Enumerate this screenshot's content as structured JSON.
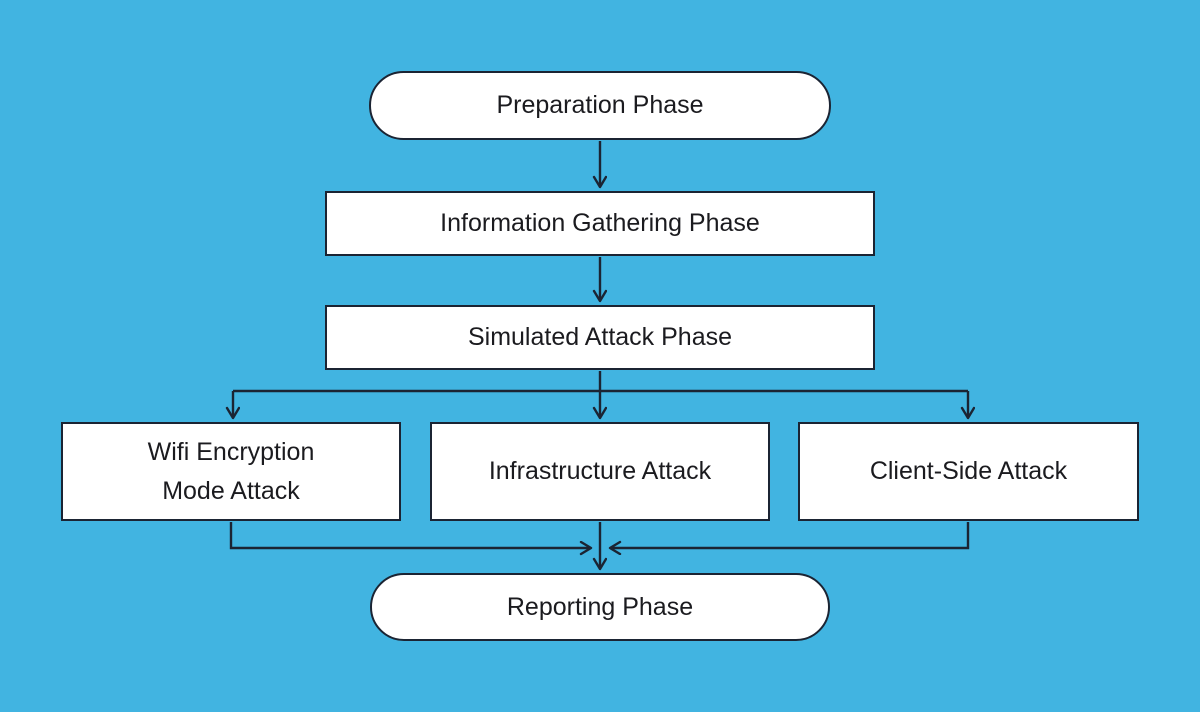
{
  "diagram": {
    "type": "flowchart",
    "colors": {
      "background": "#41B4E1",
      "node_fill": "#FFFFFF",
      "node_border": "#1B2433",
      "connector": "#1B2433",
      "text": "#1B1B1F"
    },
    "nodes": {
      "preparation": {
        "label": "Preparation Phase",
        "shape": "pill"
      },
      "information_gathering": {
        "label": "Information Gathering Phase",
        "shape": "rect"
      },
      "simulated_attack": {
        "label": "Simulated Attack Phase",
        "shape": "rect"
      },
      "wifi_encryption": {
        "label": "Wifi Encryption Mode Attack",
        "lines": [
          "Wifi Encryption",
          "Mode Attack"
        ],
        "shape": "rect"
      },
      "infrastructure": {
        "label": "Infrastructure Attack",
        "shape": "rect"
      },
      "client_side": {
        "label": "Client-Side Attack",
        "shape": "rect"
      },
      "reporting": {
        "label": "Reporting Phase",
        "shape": "pill"
      }
    },
    "edges": [
      {
        "from": "Preparation Phase",
        "to": "Information Gathering Phase"
      },
      {
        "from": "Information Gathering Phase",
        "to": "Simulated Attack Phase"
      },
      {
        "from": "Simulated Attack Phase",
        "to": "Wifi Encryption Mode Attack"
      },
      {
        "from": "Simulated Attack Phase",
        "to": "Infrastructure Attack"
      },
      {
        "from": "Simulated Attack Phase",
        "to": "Client-Side Attack"
      },
      {
        "from": "Wifi Encryption Mode Attack",
        "to": "Reporting Phase"
      },
      {
        "from": "Infrastructure Attack",
        "to": "Reporting Phase"
      },
      {
        "from": "Client-Side Attack",
        "to": "Reporting Phase"
      }
    ]
  }
}
